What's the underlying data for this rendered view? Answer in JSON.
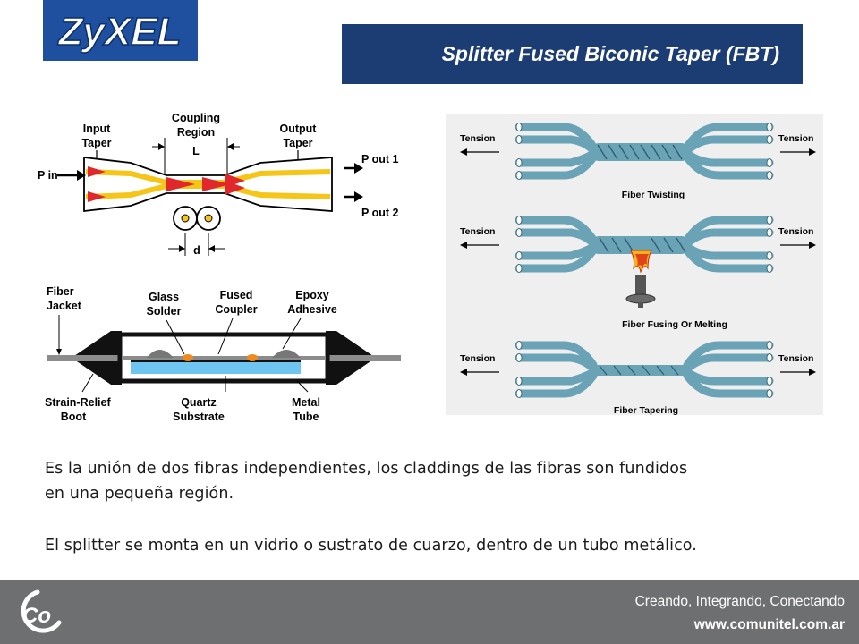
{
  "logo": {
    "text": "ZyXEL"
  },
  "header": {
    "title": "Splitter Fused Biconic Taper (FBT)"
  },
  "coupler_diagram": {
    "input_taper": [
      "Input",
      "Taper"
    ],
    "coupling_region": [
      "Coupling",
      "Region"
    ],
    "length": "L",
    "output_taper": [
      "Output",
      "Taper"
    ],
    "pin": "P in",
    "pout1": "P out 1",
    "pout2": "P out 2",
    "distance": "d"
  },
  "package_diagram": {
    "fiber_jacket": [
      "Fiber",
      "Jacket"
    ],
    "glass_solder": [
      "Glass",
      "Solder"
    ],
    "fused_coupler": [
      "Fused",
      "Coupler"
    ],
    "epoxy_adhesive": [
      "Epoxy",
      "Adhesive"
    ],
    "strain_relief_boot": [
      "Strain-Relief",
      "Boot"
    ],
    "quartz_substrate": [
      "Quartz",
      "Substrate"
    ],
    "metal_tube": [
      "Metal",
      "Tube"
    ]
  },
  "process_diagram": {
    "tension": "Tension",
    "step1": "Fiber Twisting",
    "step2": "Fiber Fusing Or Melting",
    "step3": "Fiber Tapering"
  },
  "body": {
    "para1_line1": "Es la unión de dos fibras independientes, los claddings de las fibras son fundidos",
    "para1_line2": "en una pequeña región.",
    "para2": "El splitter se monta en un vidrio o sustrato de cuarzo, dentro de un tubo metálico."
  },
  "footer": {
    "tagline": "Creando, Integrando, Conectando",
    "url": "www.comunitel.com.ar",
    "brand_mark": "Co"
  }
}
